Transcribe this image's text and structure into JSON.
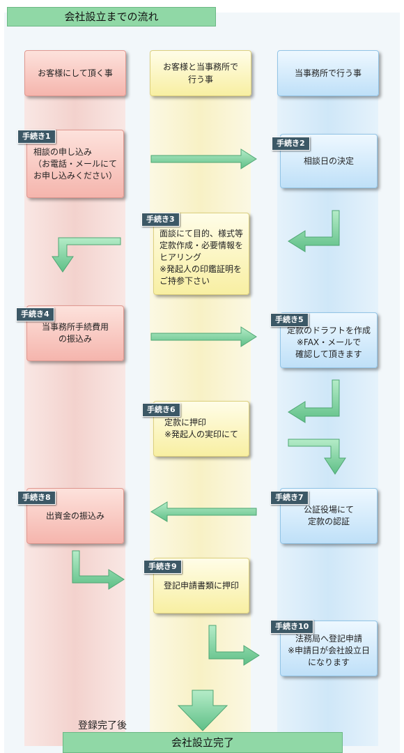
{
  "title": "会社設立までの流れ",
  "headers": {
    "customer": "お客様にして頂く事",
    "both": "お客様と当事務所で\n行う事",
    "office": "当事務所で行う事"
  },
  "steps": [
    {
      "tag": "手続き1",
      "text": "相談の申し込み\n（お電話・メールにて\nお申し込みください）"
    },
    {
      "tag": "手続き2",
      "text": "相談日の決定"
    },
    {
      "tag": "手続き3",
      "text": "面談にて目的、様式等\n定款作成・必要情報を\nヒアリング\n※発起人の印鑑証明を\nご持参下さい"
    },
    {
      "tag": "手続き4",
      "text": "当事務所手続費用\nの振込み"
    },
    {
      "tag": "手続き5",
      "text": "定款のドラフトを作成\n※FAX・メールで\n確認して頂きます"
    },
    {
      "tag": "手続き6",
      "text": "定款に押印\n※発起人の実印にて"
    },
    {
      "tag": "手続き7",
      "text": "公証役場にて\n定款の認証"
    },
    {
      "tag": "手続き8",
      "text": "出資金の振込み"
    },
    {
      "tag": "手続き9",
      "text": "登記申請書類に押印"
    },
    {
      "tag": "手続き10",
      "text": "法務局へ登記申請\n※申請日が会社設立日\nになります"
    }
  ],
  "after_label": "登録完了後",
  "final": "会社設立完了",
  "colors": {
    "arrow": "#86d6a4",
    "title_bar": "#90d8a6",
    "tag_bg": "#3c5866",
    "customer_box": "#f5b5ad",
    "both_box": "#f8efa2",
    "office_box": "#bfe0f8"
  }
}
